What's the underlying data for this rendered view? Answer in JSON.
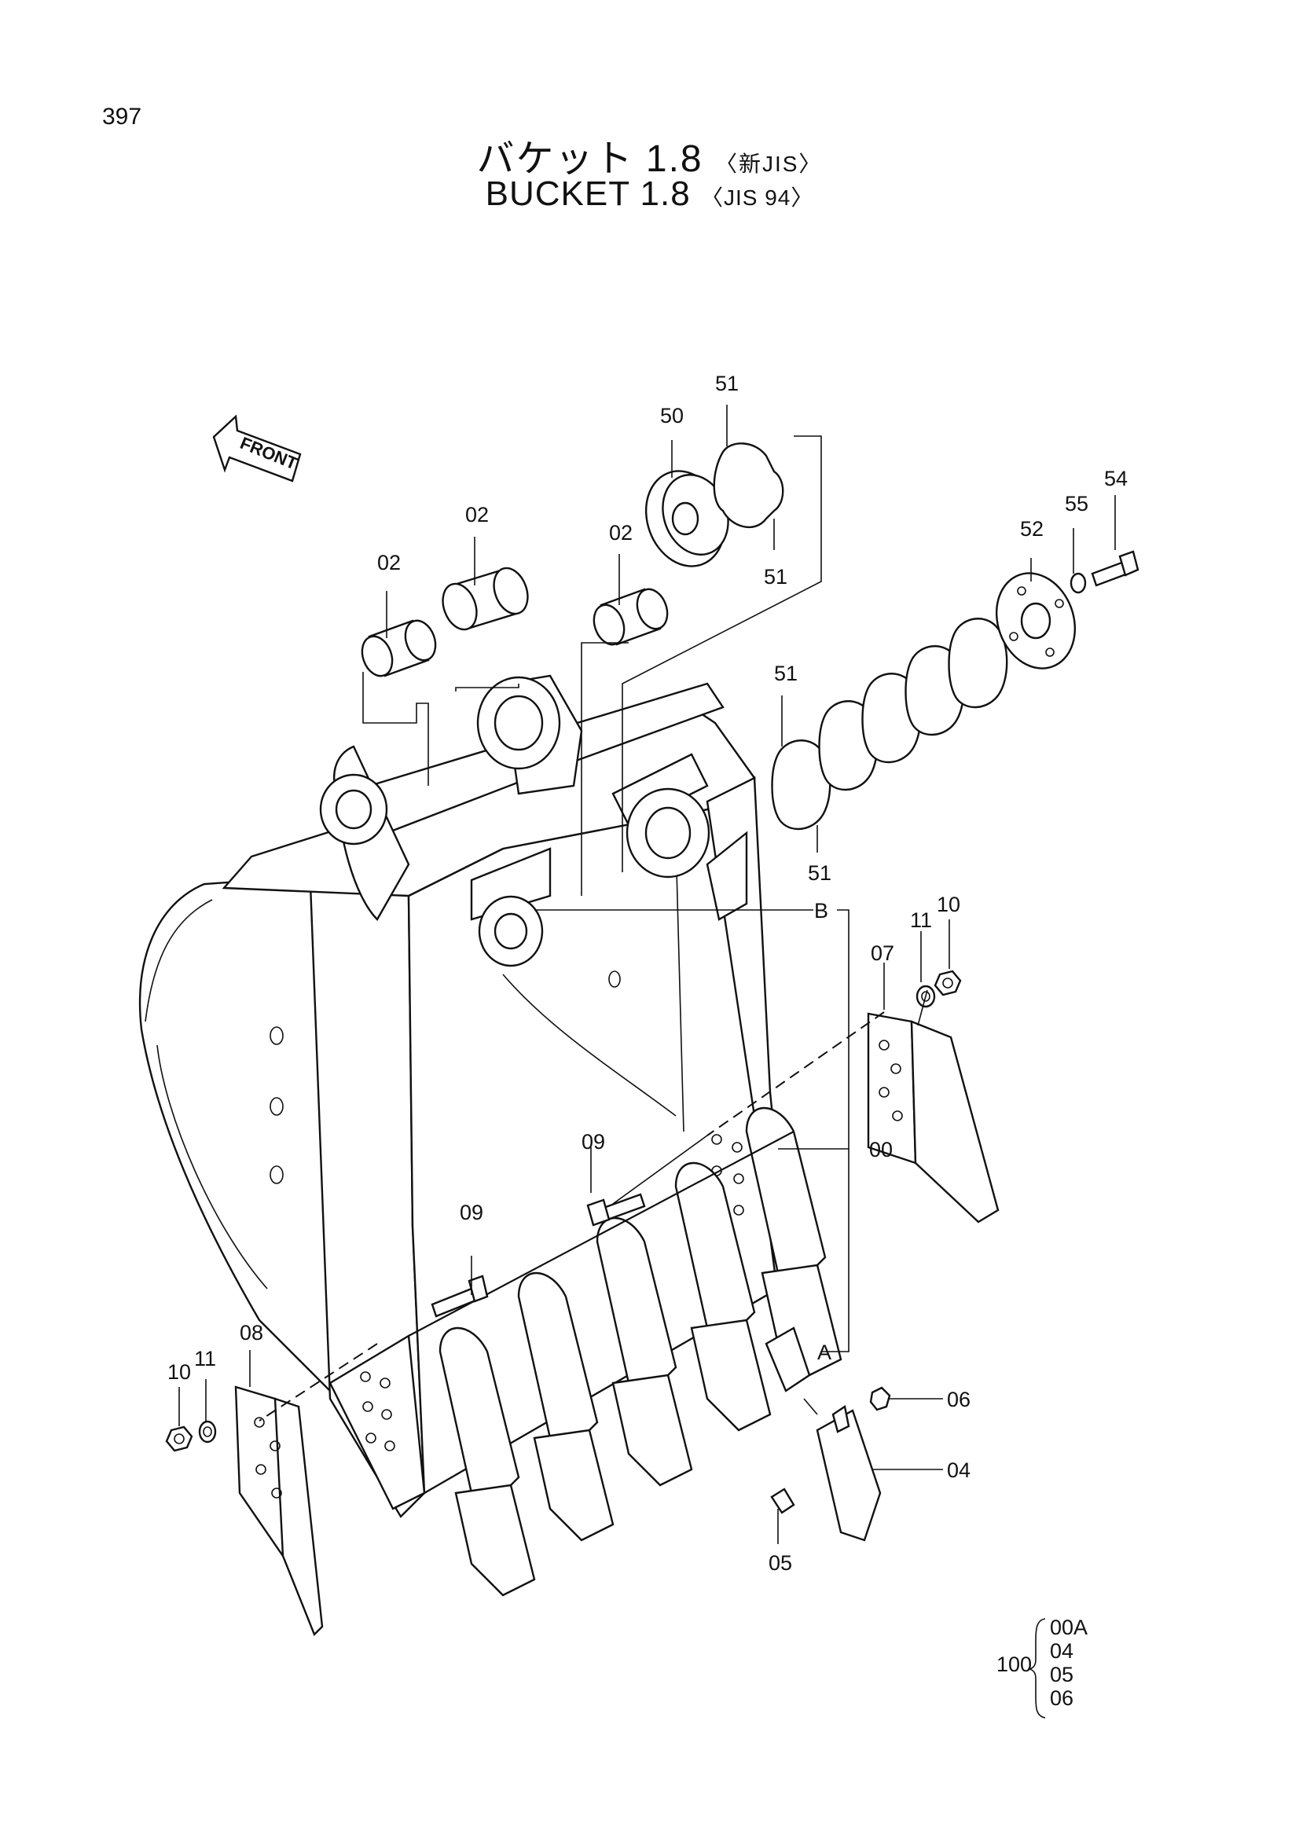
{
  "page_number": "397",
  "title": {
    "jp_main": "バケット 1.8",
    "jp_tag": "〈新JIS〉",
    "en_main": "BUCKET  1.8",
    "en_tag": "〈JIS  94〉"
  },
  "front_label": "FRONT",
  "callouts": {
    "c02a": "02",
    "c02b": "02",
    "c02c": "02",
    "c50": "50",
    "c51a": "51",
    "c51b": "51",
    "c51c": "51",
    "c51d": "51",
    "c52": "52",
    "c54": "54",
    "c55": "55",
    "c07": "07",
    "c08": "08",
    "c10a": "10",
    "c11a": "11",
    "c10b": "10",
    "c11b": "11",
    "c09a": "09",
    "c09b": "09",
    "c00": "00",
    "cB": "B",
    "cA": "A",
    "c06": "06",
    "c04": "04",
    "c05": "05"
  },
  "assembly": {
    "number": "100",
    "items": [
      "00A",
      "04",
      "05",
      "06"
    ]
  }
}
